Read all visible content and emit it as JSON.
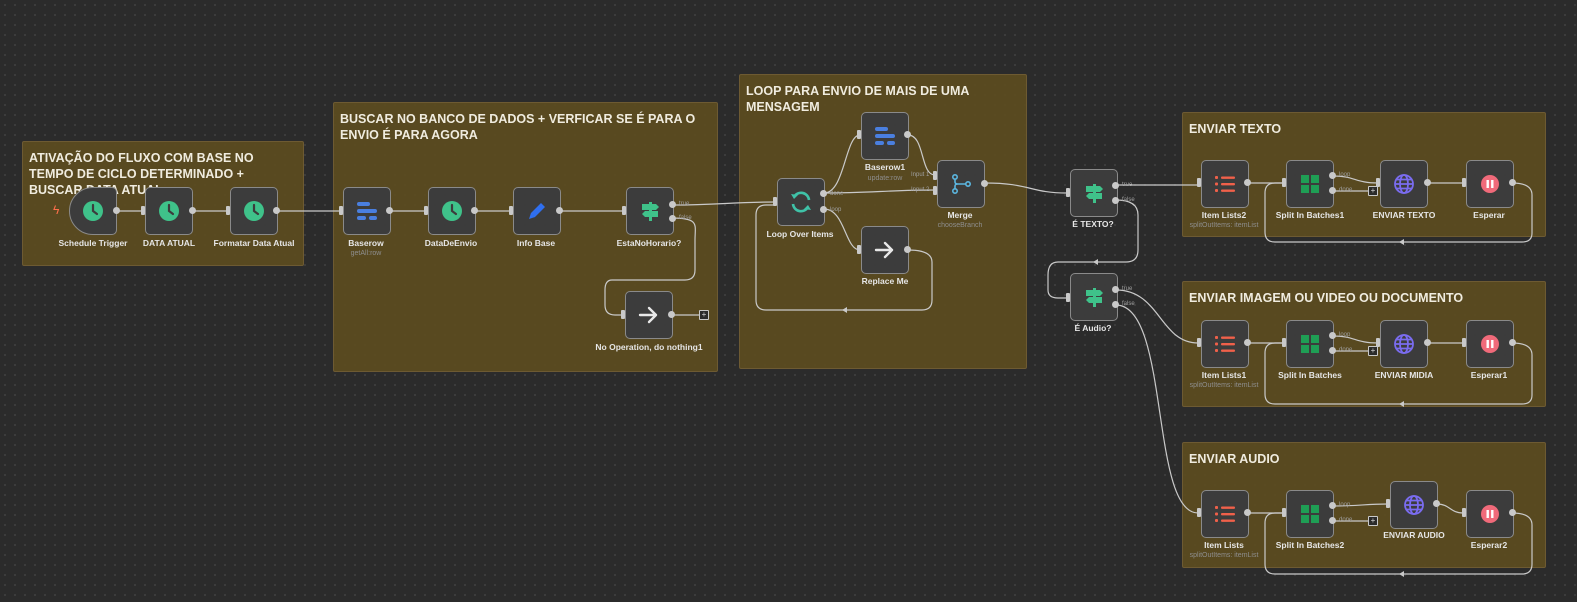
{
  "colors": {
    "sticky_bg": "#5c4c20",
    "node_bg": "#3c3c3c",
    "wire": "#c9c9c9",
    "canvas": "#2b2b2b"
  },
  "stickies": {
    "trigger": "ATIVAÇÃO DO FLUXO COM BASE NO TEMPO DE CICLO DETERMINADO + BUSCAR DATA ATUAL",
    "database": "BUSCAR NO BANCO DE DADOS + VERFICAR SE É PARA O ENVIO É PARA AGORA",
    "loop": "LOOP PARA ENVIO DE MAIS DE UMA MENSAGEM",
    "texto": "ENVIAR TEXTO",
    "imagem": "ENVIAR IMAGEM OU VIDEO OU DOCUMENTO",
    "audio": "ENVIAR AUDIO"
  },
  "nodes": {
    "schedule": {
      "label": "Schedule Trigger",
      "icon": "clock-icon"
    },
    "data_atual": {
      "label": "DATA ATUAL",
      "icon": "clock-icon"
    },
    "formatar": {
      "label": "Formatar Data Atual",
      "icon": "clock-icon"
    },
    "baserow": {
      "label": "Baserow",
      "sub": "getAll:row",
      "icon": "baserow-icon"
    },
    "data_envio": {
      "label": "DataDeEnvio",
      "icon": "clock-icon"
    },
    "info_base": {
      "label": "Info Base",
      "icon": "pencil-icon"
    },
    "esta_no_horario": {
      "label": "EstaNoHorario?",
      "icon": "signpost-icon"
    },
    "no_op": {
      "label": "No Operation, do nothing1",
      "icon": "arrow-right-icon"
    },
    "loop_items": {
      "label": "Loop Over Items",
      "icon": "sync-icon"
    },
    "baserow1": {
      "label": "Baserow1",
      "sub": "update:row",
      "icon": "baserow-icon"
    },
    "replace_me": {
      "label": "Replace Me",
      "icon": "arrow-right-icon"
    },
    "merge": {
      "label": "Merge",
      "sub": "chooseBranch",
      "icon": "merge-icon"
    },
    "e_texto": {
      "label": "É TEXTO?",
      "icon": "signpost-icon"
    },
    "e_audio": {
      "label": "É Audio?",
      "icon": "signpost-icon"
    },
    "item_lists2": {
      "label": "Item Lists2",
      "sub": "splitOutItems: itemList",
      "icon": "list-icon"
    },
    "split1": {
      "label": "Split In Batches1",
      "icon": "grid-icon"
    },
    "enviar_texto": {
      "label": "ENVIAR TEXTO",
      "icon": "globe-icon"
    },
    "esperar": {
      "label": "Esperar",
      "icon": "pause-icon"
    },
    "item_lists1": {
      "label": "Item Lists1",
      "sub": "splitOutItems: itemList",
      "icon": "list-icon"
    },
    "split": {
      "label": "Split In Batches",
      "icon": "grid-icon"
    },
    "enviar_midia": {
      "label": "ENVIAR MIDIA",
      "icon": "globe-icon"
    },
    "esperar1": {
      "label": "Esperar1",
      "icon": "pause-icon"
    },
    "item_lists": {
      "label": "Item Lists",
      "sub": "splitOutItems: itemList",
      "icon": "list-icon"
    },
    "split2": {
      "label": "Split In Batches2",
      "icon": "grid-icon"
    },
    "enviar_audio": {
      "label": "ENVIAR AUDIO",
      "icon": "globe-icon"
    },
    "esperar2": {
      "label": "Esperar2",
      "icon": "pause-icon"
    }
  },
  "ports": {
    "true": "true",
    "false": "false",
    "done": "done",
    "loop": "loop",
    "input1": "Input 1",
    "input2": "Input 2"
  }
}
